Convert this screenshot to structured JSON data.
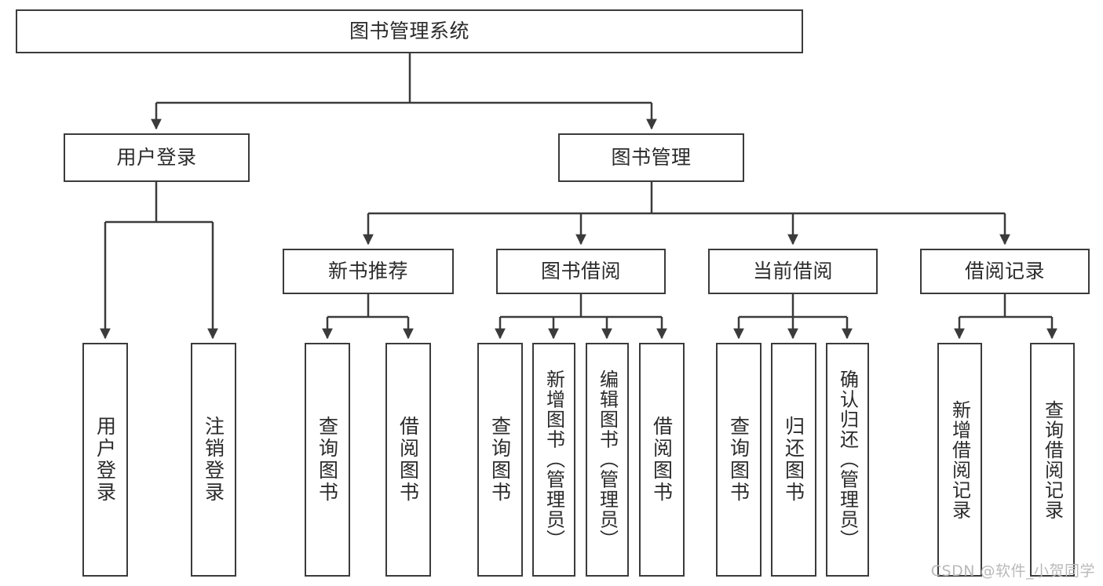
{
  "diagram": {
    "title": "图书管理系统",
    "watermark": "CSDN @软件_小贺同学",
    "colors": {
      "stroke": "#3b3b3b",
      "fill": "#ffffff",
      "text": "#2b2b2b",
      "watermark": "#b9b9b9"
    },
    "levels": {
      "root": {
        "label": "图书管理系统"
      },
      "level2": [
        {
          "label": "用户登录"
        },
        {
          "label": "图书管理"
        }
      ],
      "level3": [
        {
          "label": "新书推荐"
        },
        {
          "label": "图书借阅"
        },
        {
          "label": "当前借阅"
        },
        {
          "label": "借阅记录"
        }
      ],
      "leaves": {
        "user_login": [
          {
            "label": "用户登录"
          },
          {
            "label": "注销登录"
          }
        ],
        "new_book_recommend": [
          {
            "label": "查询图书"
          },
          {
            "label": "借阅图书"
          }
        ],
        "book_borrow": [
          {
            "label": "查询图书"
          },
          {
            "label": "新增图书（管理员）"
          },
          {
            "label": "编辑图书（管理员）"
          },
          {
            "label": "借阅图书"
          }
        ],
        "current_borrow": [
          {
            "label": "查询图书"
          },
          {
            "label": "归还图书"
          },
          {
            "label": "确认归还（管理员）"
          }
        ],
        "borrow_record": [
          {
            "label": "新增借阅记录"
          },
          {
            "label": "查询借阅记录"
          }
        ]
      }
    }
  }
}
